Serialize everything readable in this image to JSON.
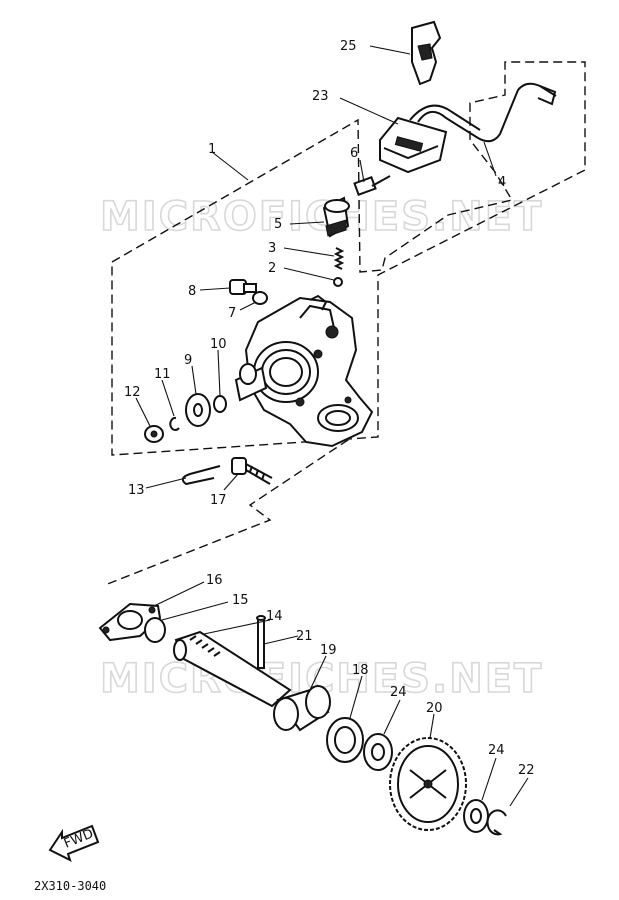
{
  "watermark": "MICROFICHES.NET",
  "diagram_code": "2X310-3040",
  "fwd_label": "FWD",
  "callouts": {
    "p1": "1",
    "p2": "2",
    "p3": "3",
    "p4": "4",
    "p5": "5",
    "p6": "6",
    "p7": "7",
    "p8": "8",
    "p9": "9",
    "p10": "10",
    "p11": "11",
    "p12": "12",
    "p13": "13",
    "p14": "14",
    "p15": "15",
    "p16": "16",
    "p17": "17",
    "p18": "18",
    "p19": "19",
    "p20": "20",
    "p21": "21",
    "p22": "22",
    "p23": "23",
    "p24a": "24",
    "p24b": "24",
    "p25": "25"
  }
}
